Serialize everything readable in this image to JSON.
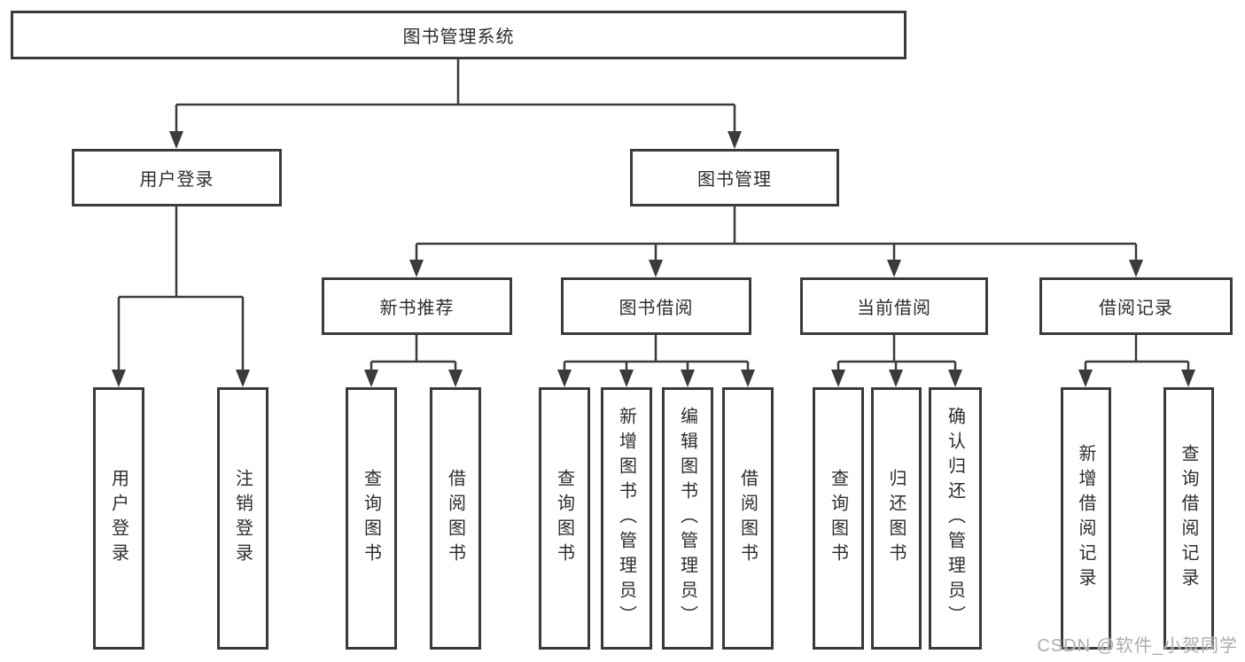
{
  "title": "图书管理系统",
  "tree": {
    "label": "图书管理系统",
    "children": [
      {
        "label": "用户登录",
        "children": [
          {
            "label": "用户登录"
          },
          {
            "label": "注销登录"
          }
        ]
      },
      {
        "label": "图书管理",
        "children": [
          {
            "label": "新书推荐",
            "children": [
              {
                "label": "查询图书"
              },
              {
                "label": "借阅图书"
              }
            ]
          },
          {
            "label": "图书借阅",
            "children": [
              {
                "label": "查询图书"
              },
              {
                "label": "新增图书（管理员）"
              },
              {
                "label": "编辑图书（管理员）"
              },
              {
                "label": "借阅图书"
              }
            ]
          },
          {
            "label": "当前借阅",
            "children": [
              {
                "label": "查询图书"
              },
              {
                "label": "归还图书"
              },
              {
                "label": "确认归还（管理员）"
              }
            ]
          },
          {
            "label": "借阅记录",
            "children": [
              {
                "label": "新增借阅记录"
              },
              {
                "label": "查询借阅记录"
              }
            ]
          }
        ]
      }
    ]
  },
  "watermark": "CSDN @软件_小贺同学",
  "colors": {
    "line": "#3b3b3b",
    "box_border": "#3b3b3b",
    "text": "#2d2d2d",
    "watermark": "#adadad",
    "background": "#ffffff"
  }
}
